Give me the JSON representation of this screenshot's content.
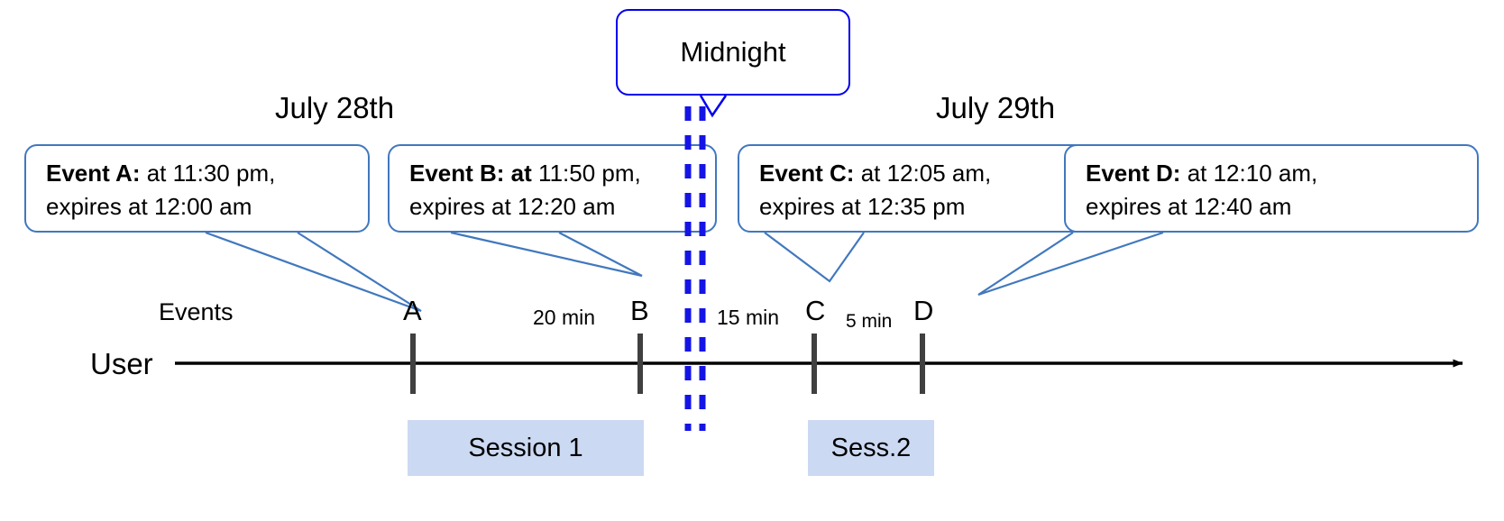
{
  "diagram": {
    "title_callout": {
      "label": "Midnight"
    },
    "dates": [
      {
        "name": "day-left",
        "label": "July 28th"
      },
      {
        "name": "day-right",
        "label": "July 29th"
      }
    ],
    "axis": {
      "row_label": "User",
      "events_label": "Events"
    },
    "event_callouts": [
      {
        "id": "A",
        "bold_prefix": "Event A:",
        "line1_rest": " at 11:30 pm,",
        "line2": "expires at 12:00 am",
        "bold_at": false
      },
      {
        "id": "B",
        "bold_prefix": "Event B: at",
        "line1_rest": " 11:50 pm,",
        "line2": "expires at 12:20 am",
        "bold_at": true
      },
      {
        "id": "C",
        "bold_prefix": "Event C:",
        "line1_rest": " at 12:05 am,",
        "line2": "expires at 12:35 pm",
        "bold_at": false
      },
      {
        "id": "D",
        "bold_prefix": "Event D:",
        "line1_rest": "  at 12:10 am,",
        "line2": "expires at 12:40 am",
        "bold_at": false
      }
    ],
    "ticks": [
      {
        "id": "A",
        "label": "A"
      },
      {
        "id": "B",
        "label": "B"
      },
      {
        "id": "C",
        "label": "C"
      },
      {
        "id": "D",
        "label": "D"
      }
    ],
    "intervals": [
      {
        "from": "A",
        "to": "B",
        "label": "20 min"
      },
      {
        "from": "B",
        "to": "C",
        "label": "15 min"
      },
      {
        "from": "C",
        "to": "D",
        "label": "5 min"
      }
    ],
    "sessions": [
      {
        "id": "session-1",
        "label": "Session 1"
      },
      {
        "id": "session-2",
        "label": "Sess.2"
      }
    ],
    "colors": {
      "callout_border": "#4178be",
      "midnight_border": "#0000ee",
      "midnight_divider": "#1414e6",
      "session_fill": "#ccd9f2",
      "tick": "#404040",
      "axis": "#000000"
    }
  }
}
